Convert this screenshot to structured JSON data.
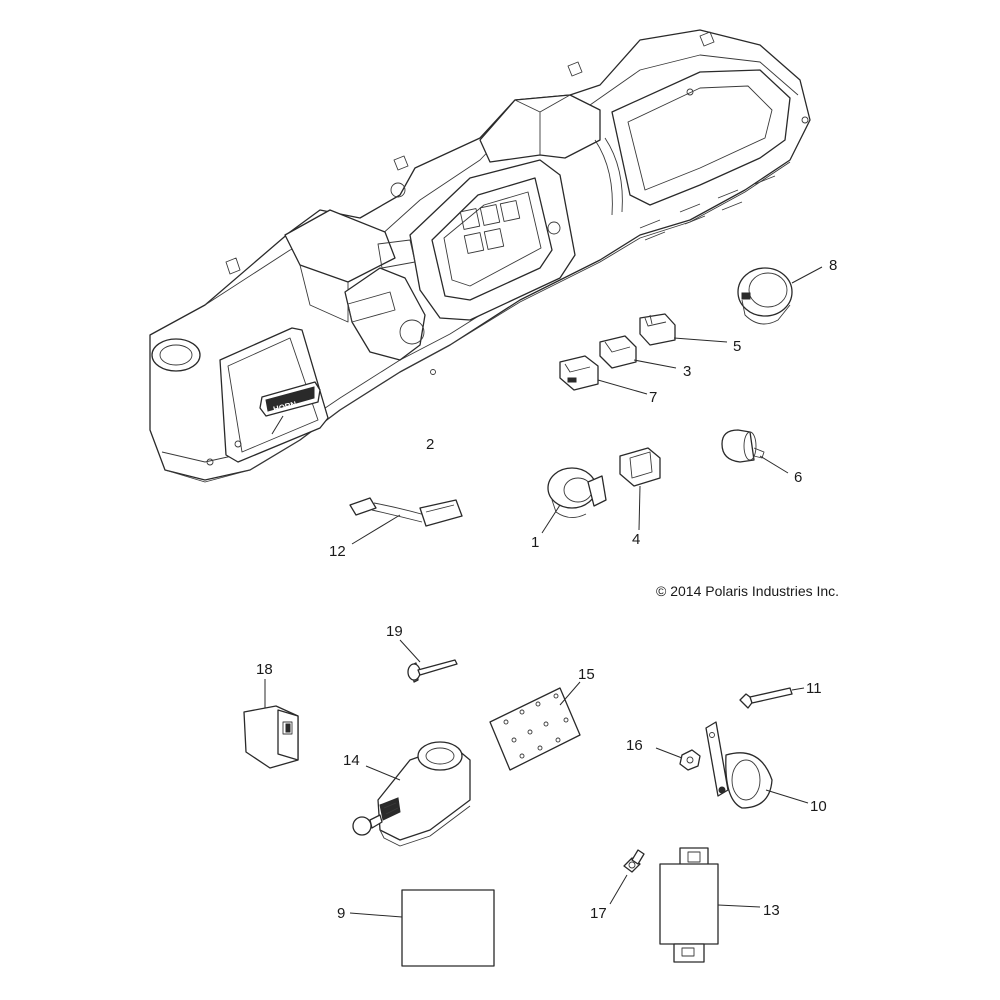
{
  "copyright": "© 2014 Polaris Industries Inc.",
  "horn_switch_text": "HORN",
  "callouts": {
    "c1": "1",
    "c2": "2",
    "c3": "3",
    "c4": "4",
    "c5": "5",
    "c6": "6",
    "c7": "7",
    "c8": "8",
    "c9": "9",
    "c10": "10",
    "c11": "11",
    "c12": "12",
    "c13": "13",
    "c14": "14",
    "c15": "15",
    "c16": "16",
    "c17": "17",
    "c18": "18",
    "c19": "19"
  }
}
